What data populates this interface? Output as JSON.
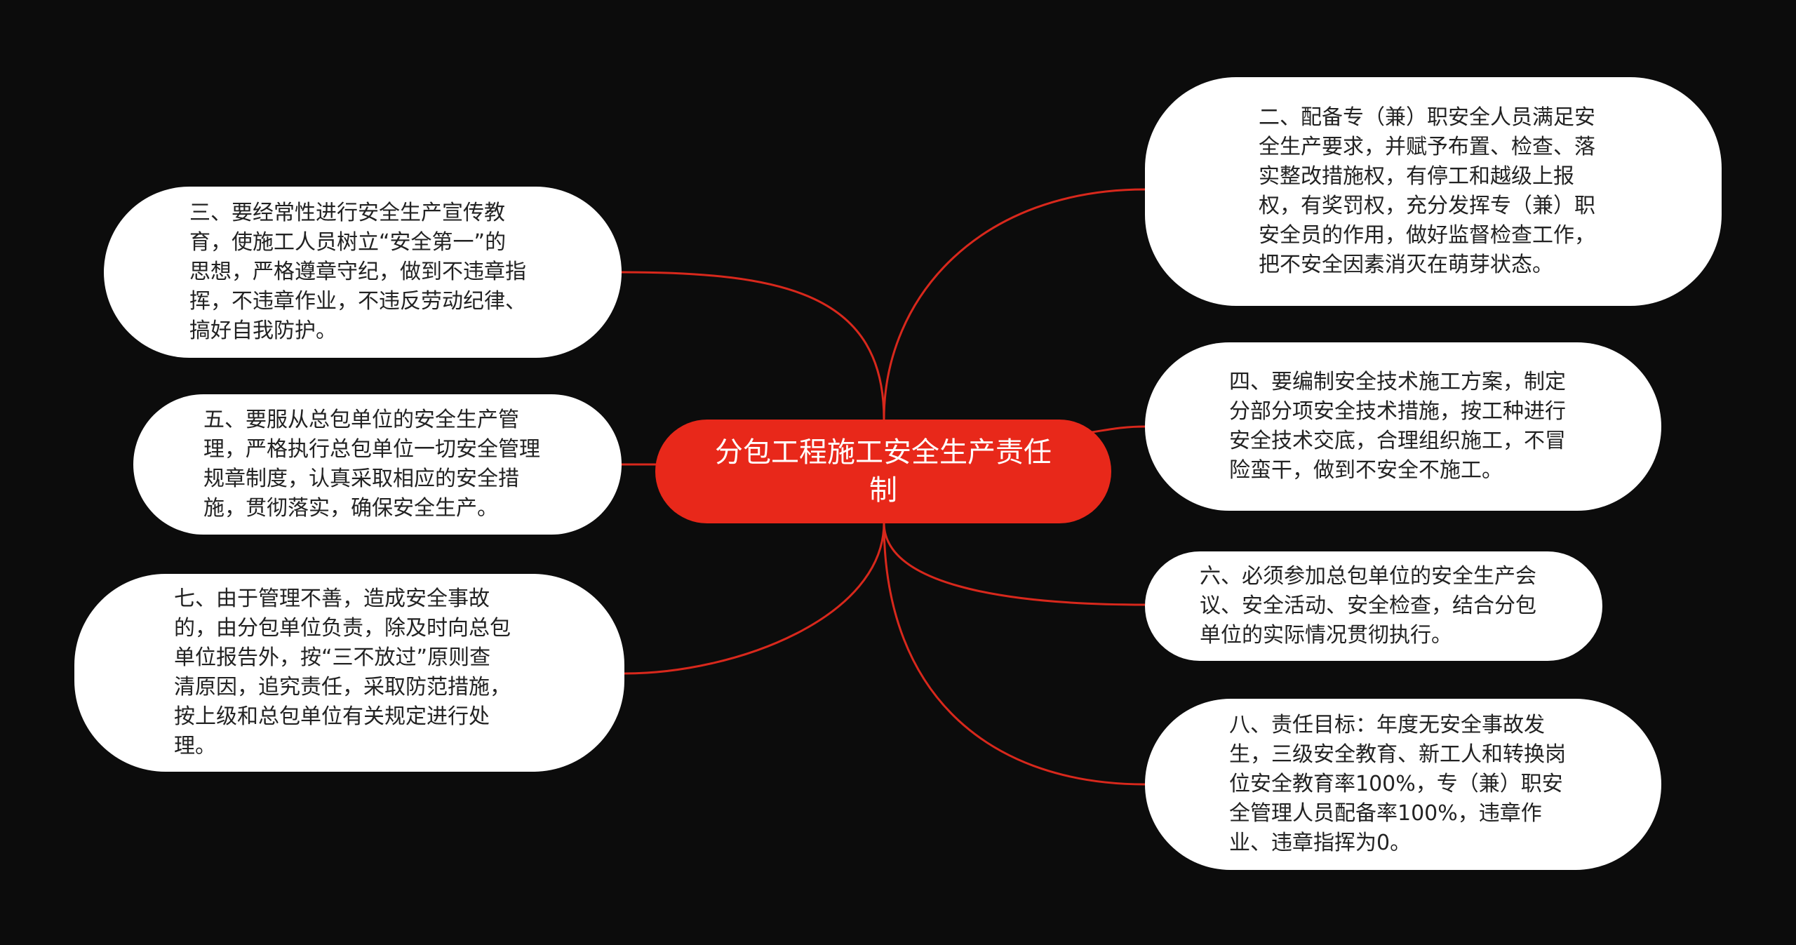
{
  "colors": {
    "background": "#0c0c0c",
    "central_fill": "#e8281a",
    "connector": "#d8281c",
    "node_fill": "#ffffff",
    "node_text": "#222222"
  },
  "central": {
    "title": "分包工程施工安全生产责任制"
  },
  "nodes": [
    {
      "id": "n2",
      "text": "二、配备专（兼）职安全人员满足安全生产要求，并赋予布置、检查、落实整改措施权，有停工和越级上报权，有奖罚权，充分发挥专（兼）职安全员的作用，做好监督检查工作，把不安全因素消灭在萌芽状态。"
    },
    {
      "id": "n3",
      "text": "三、要经常性进行安全生产宣传教育，使施工人员树立“安全第一”的思想，严格遵章守纪，做到不违章指挥，不违章作业，不违反劳动纪律、搞好自我防护。"
    },
    {
      "id": "n4",
      "text": "四、要编制安全技术施工方案，制定分部分项安全技术措施，按工种进行安全技术交底，合理组织施工，不冒险蛮干，做到不安全不施工。"
    },
    {
      "id": "n5",
      "text": "五、要服从总包单位的安全生产管理，严格执行总包单位一切安全管理规章制度，认真采取相应的安全措施，贯彻落实，确保安全生产。"
    },
    {
      "id": "n6",
      "text": "六、必须参加总包单位的安全生产会议、安全活动、安全检查，结合分包单位的实际情况贯彻执行。"
    },
    {
      "id": "n7",
      "text": "七、由于管理不善，造成安全事故的，由分包单位负责，除及时向总包单位报告外，按“三不放过”原则查清原因，追究责任，采取防范措施，按上级和总包单位有关规定进行处理。"
    },
    {
      "id": "n8",
      "text": "八、责任目标：年度无安全事故发生，三级安全教育、新工人和转换岗位安全教育率100%，专（兼）职安全管理人员配备率100%，违章作业、违章指挥为0。"
    }
  ]
}
